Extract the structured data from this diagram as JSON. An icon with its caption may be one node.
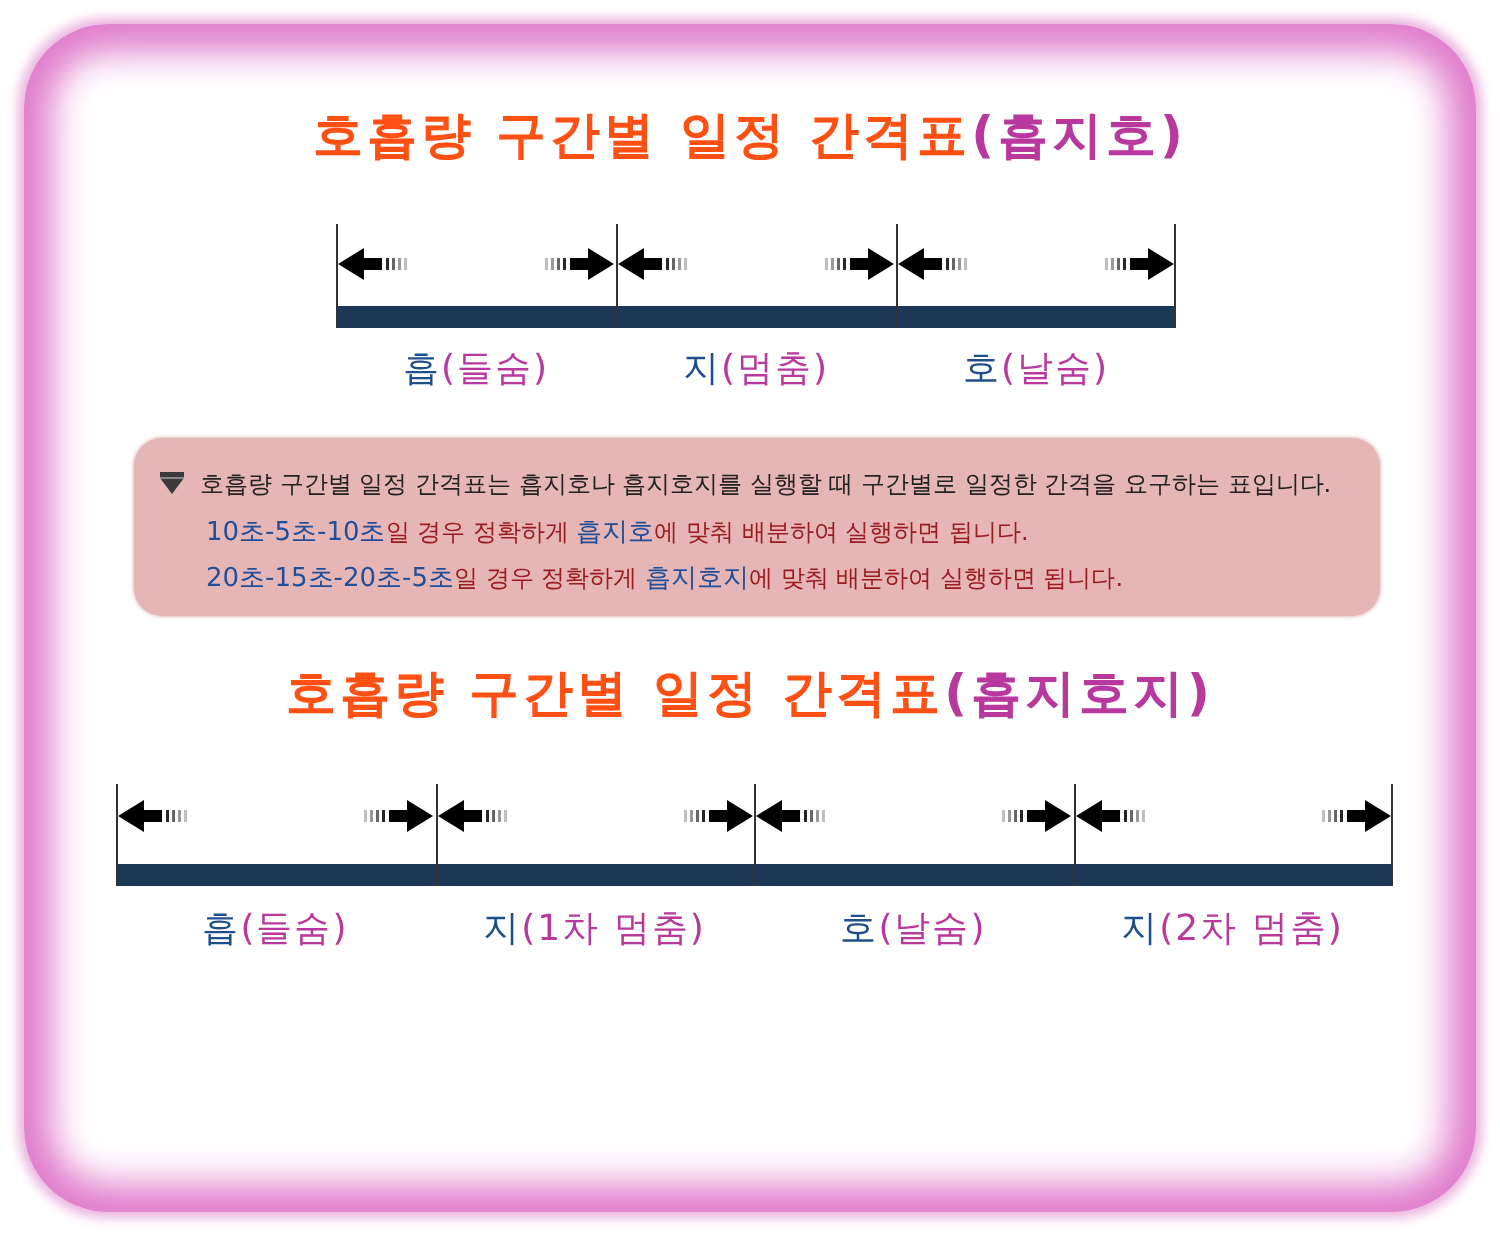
{
  "diagram": {
    "title": "호흡량 구간별 일정 간격표**(흡지호)**",
    "nodes": [
      {
        "text": [
          "**흡**(들숨)"
        ]
      },
      {
        "text": [
          "**지**(멈춤)"
        ]
      },
      {
        "text": [
          "**호**(날숨)"
        ]
      },
      {
        "text": [
          "호흡량 구간별 일정 간격표는 흡지호나 흡지호지를 실행할 때 구간별로 일정한 간격을 요구하는 표입니다.",
          "**10초-5초-10초**일 경우 정확하게 **흡지호**에 맞춰 배분하여 실행하면 됩니다.",
          "**20초-15초-20초-5초**일 경우 정확하게 **흡지호지**에 맞춰 배분하여 실행하면 됩니다."
        ]
      },
      {
        "text": [
          "**흡**(들숨)"
        ]
      },
      {
        "text": [
          "**지**(1차 멈춤)"
        ]
      },
      {
        "text": [
          "**호**(날숨)"
        ]
      },
      {
        "text": [
          "**지**(2차 멈춤)"
        ]
      }
    ],
    "labels": [
      "호흡량 구간별 일정 간격표**(흡지호지)**"
    ]
  }
}
